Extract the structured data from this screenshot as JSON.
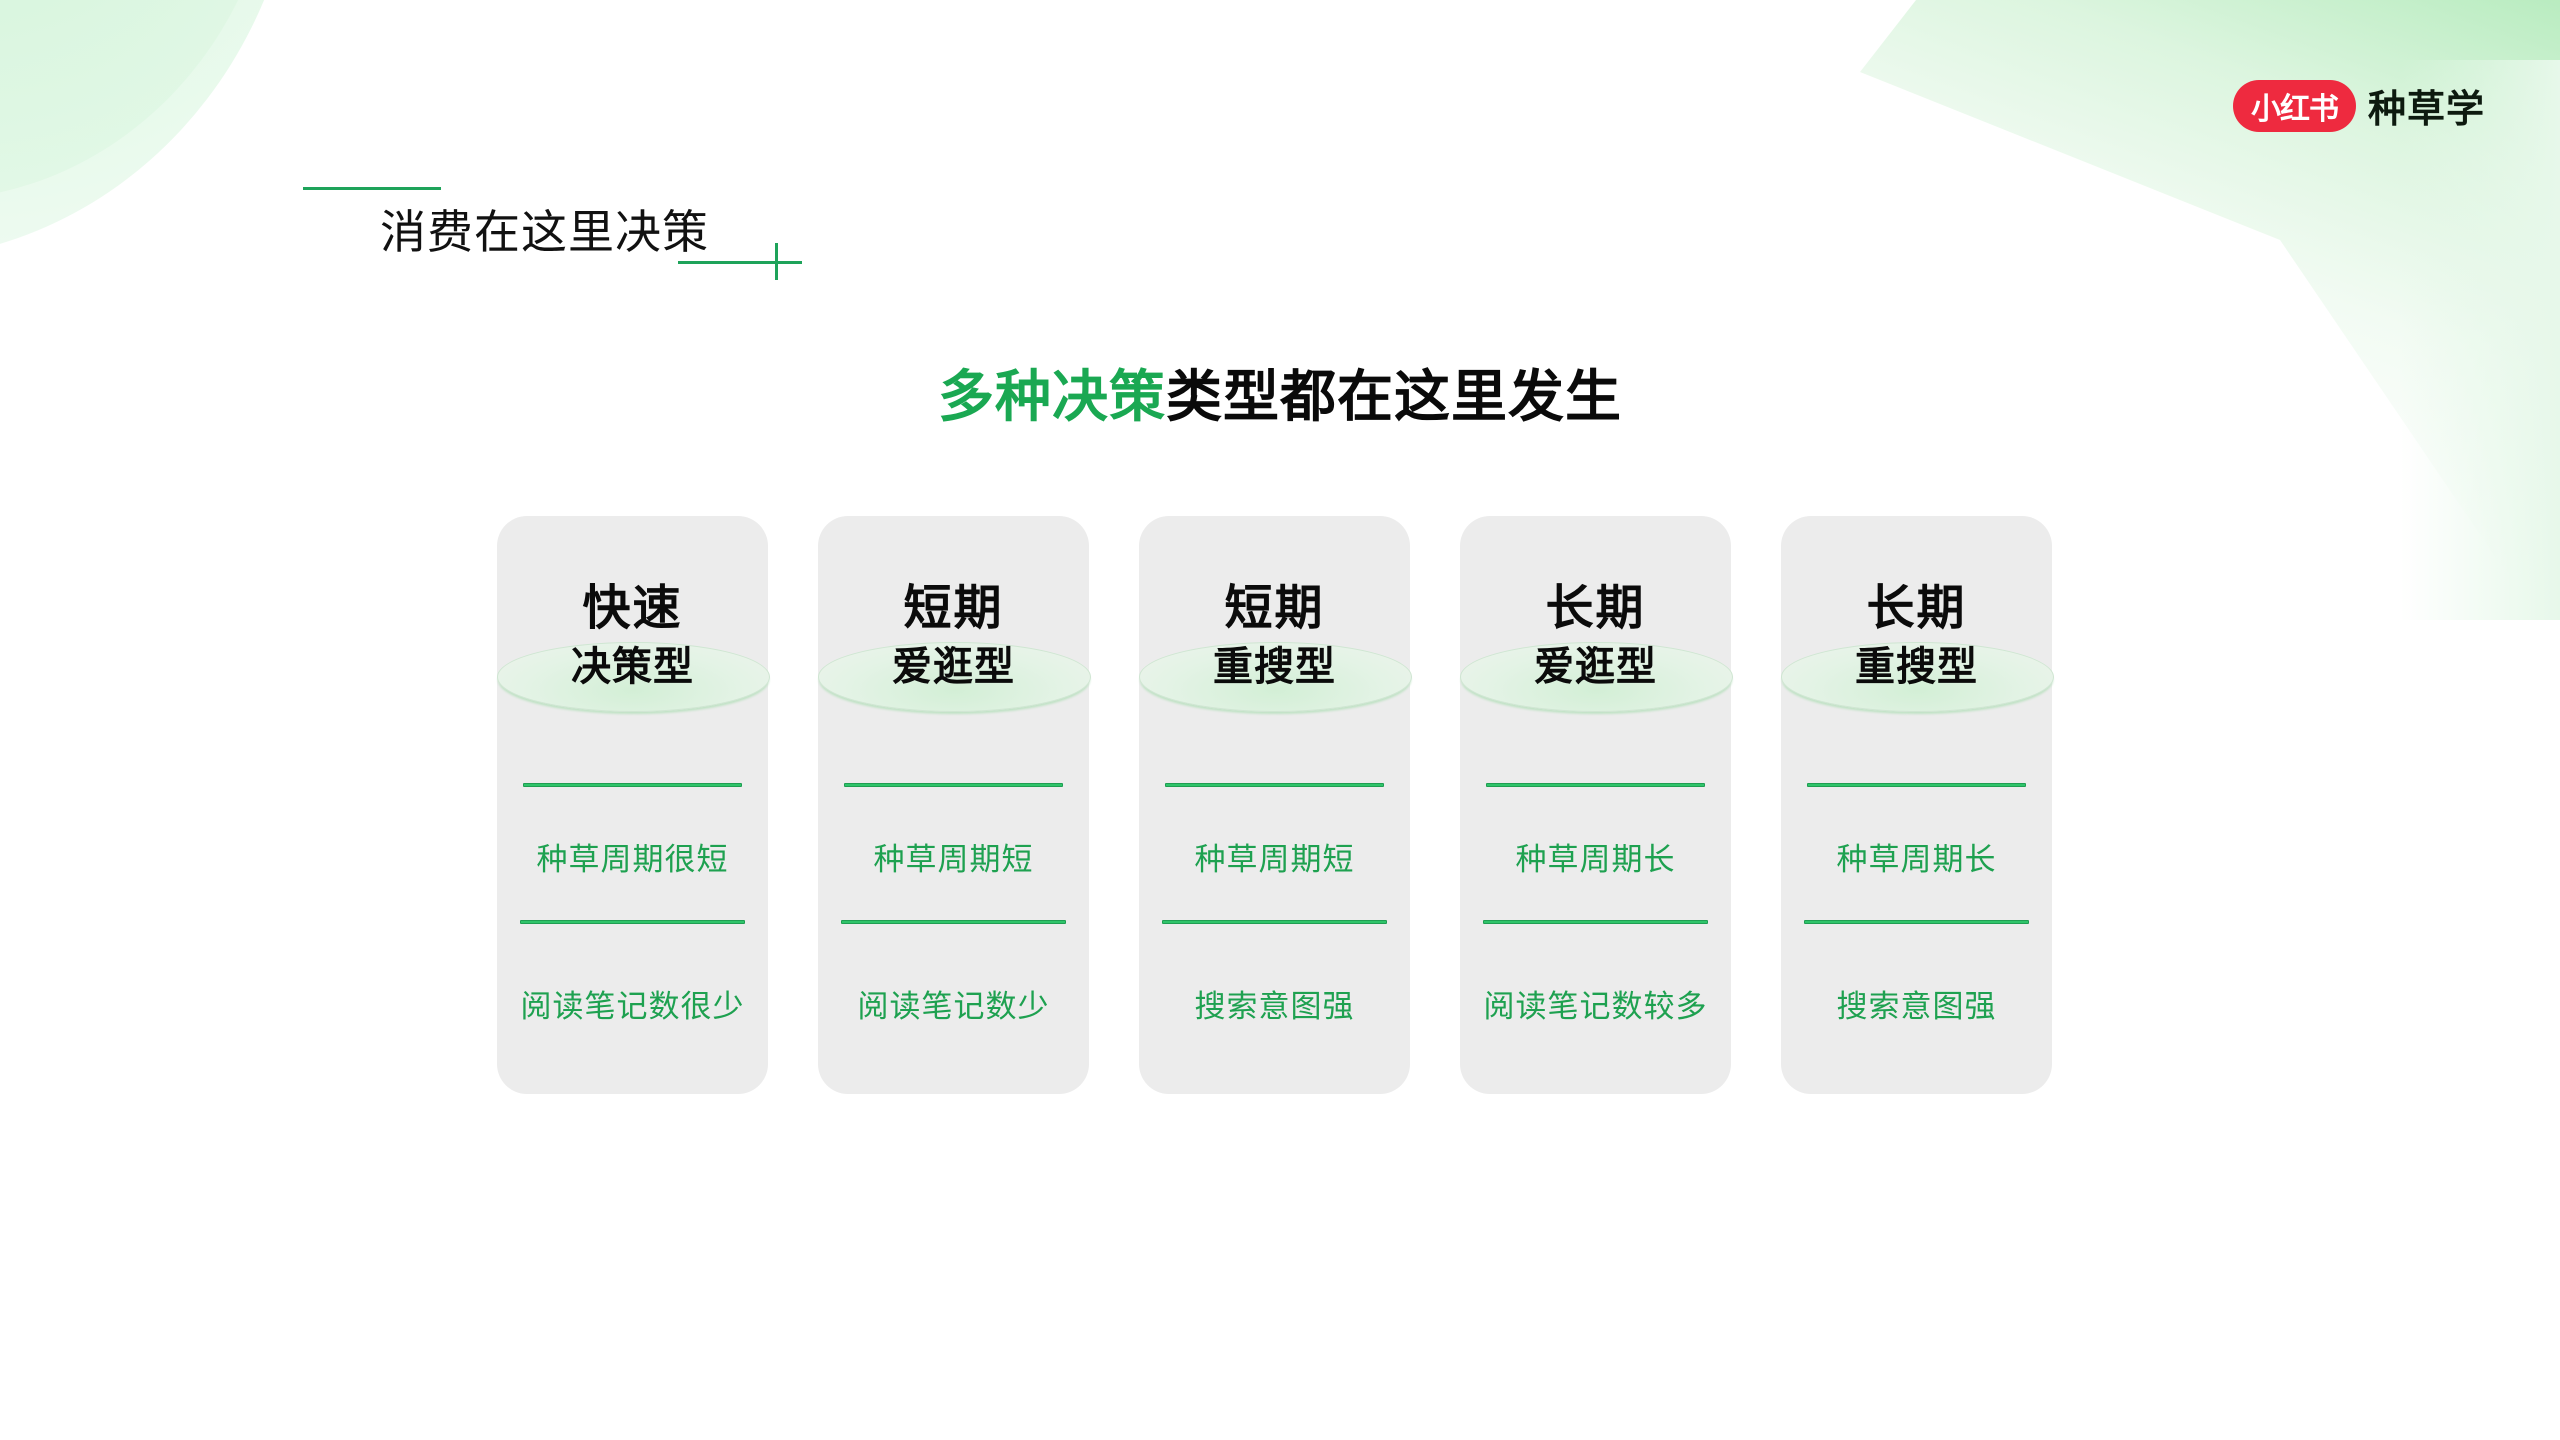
{
  "logo": {
    "badge_text": "小红书",
    "suffix_text": "种草学",
    "badge_color": "#ee2a3f"
  },
  "section": {
    "title": "消费在这里决策",
    "accent_color": "#1ea35a"
  },
  "headline": {
    "green_part": "多种决策",
    "black_part": "类型都在这里发生",
    "green_color": "#1aa852"
  },
  "cards": [
    {
      "title_line1": "快速",
      "title_line2": "决策型",
      "trait1": "种草周期很短",
      "trait2": "阅读笔记数很少"
    },
    {
      "title_line1": "短期",
      "title_line2": "爱逛型",
      "trait1": "种草周期短",
      "trait2": "阅读笔记数少"
    },
    {
      "title_line1": "短期",
      "title_line2": "重搜型",
      "trait1": "种草周期短",
      "trait2": "搜索意图强"
    },
    {
      "title_line1": "长期",
      "title_line2": "爱逛型",
      "trait1": "种草周期长",
      "trait2": "阅读笔记数较多"
    },
    {
      "title_line1": "长期",
      "title_line2": "重搜型",
      "trait1": "种草周期长",
      "trait2": "搜索意图强"
    }
  ],
  "colors": {
    "card_bg": "#ececec",
    "trait_text": "#1ea150",
    "divider": "#2fc46a"
  }
}
